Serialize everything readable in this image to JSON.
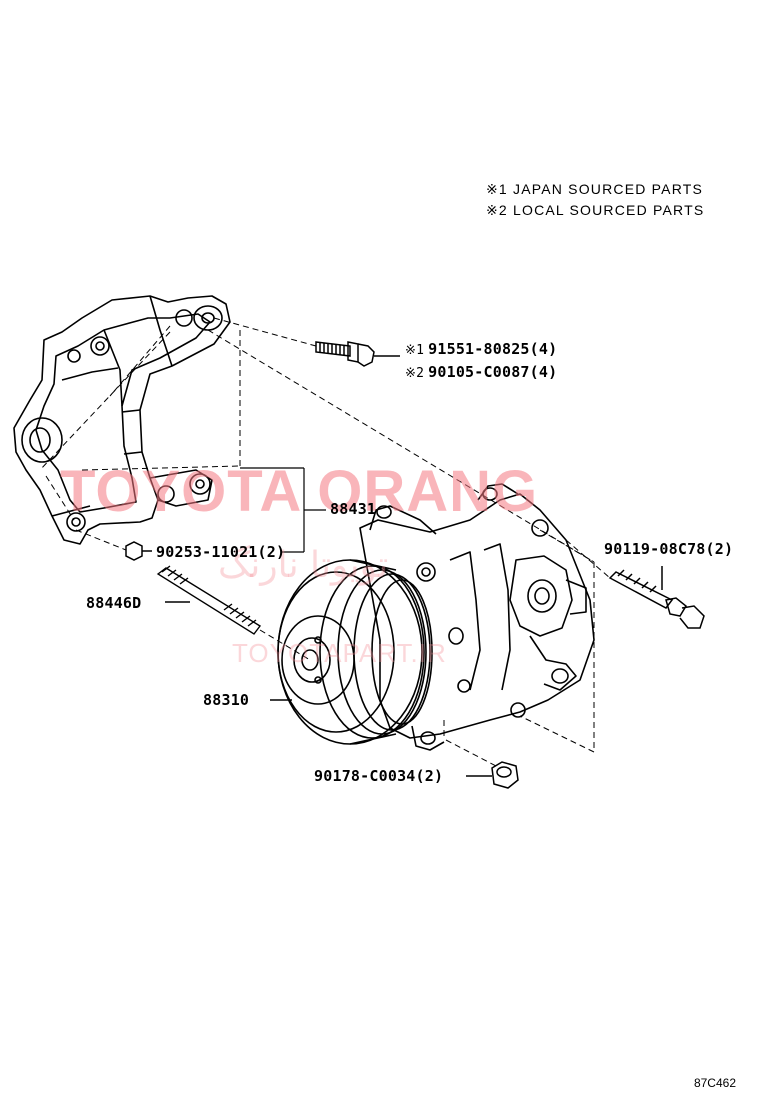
{
  "legend": {
    "line1": "※1 JAPAN SOURCED PARTS",
    "line2": "※2 LOCAL SOURCED PARTS"
  },
  "parts": {
    "bolt_japan": {
      "marker": "※1",
      "number": "91551-80825",
      "qty": "(4)"
    },
    "bolt_local": {
      "marker": "※2",
      "number": "90105-C0087",
      "qty": "(4)"
    },
    "bracket": {
      "number": "88431"
    },
    "bracket_nut": {
      "number": "90253-11021",
      "qty": "(2)"
    },
    "stud": {
      "number": "88446D"
    },
    "compressor": {
      "number": "88310"
    },
    "compressor_bolt": {
      "number": "90119-08C78",
      "qty": "(2)"
    },
    "compressor_nut": {
      "number": "90178-C0034",
      "qty": "(2)"
    }
  },
  "diagram_ref": "87C462",
  "watermark": {
    "main": "TOYOTA ORANG",
    "farsi": "تویوتا نارنگ",
    "url": "TOYOTAPART.IR",
    "color": "#f47882"
  }
}
